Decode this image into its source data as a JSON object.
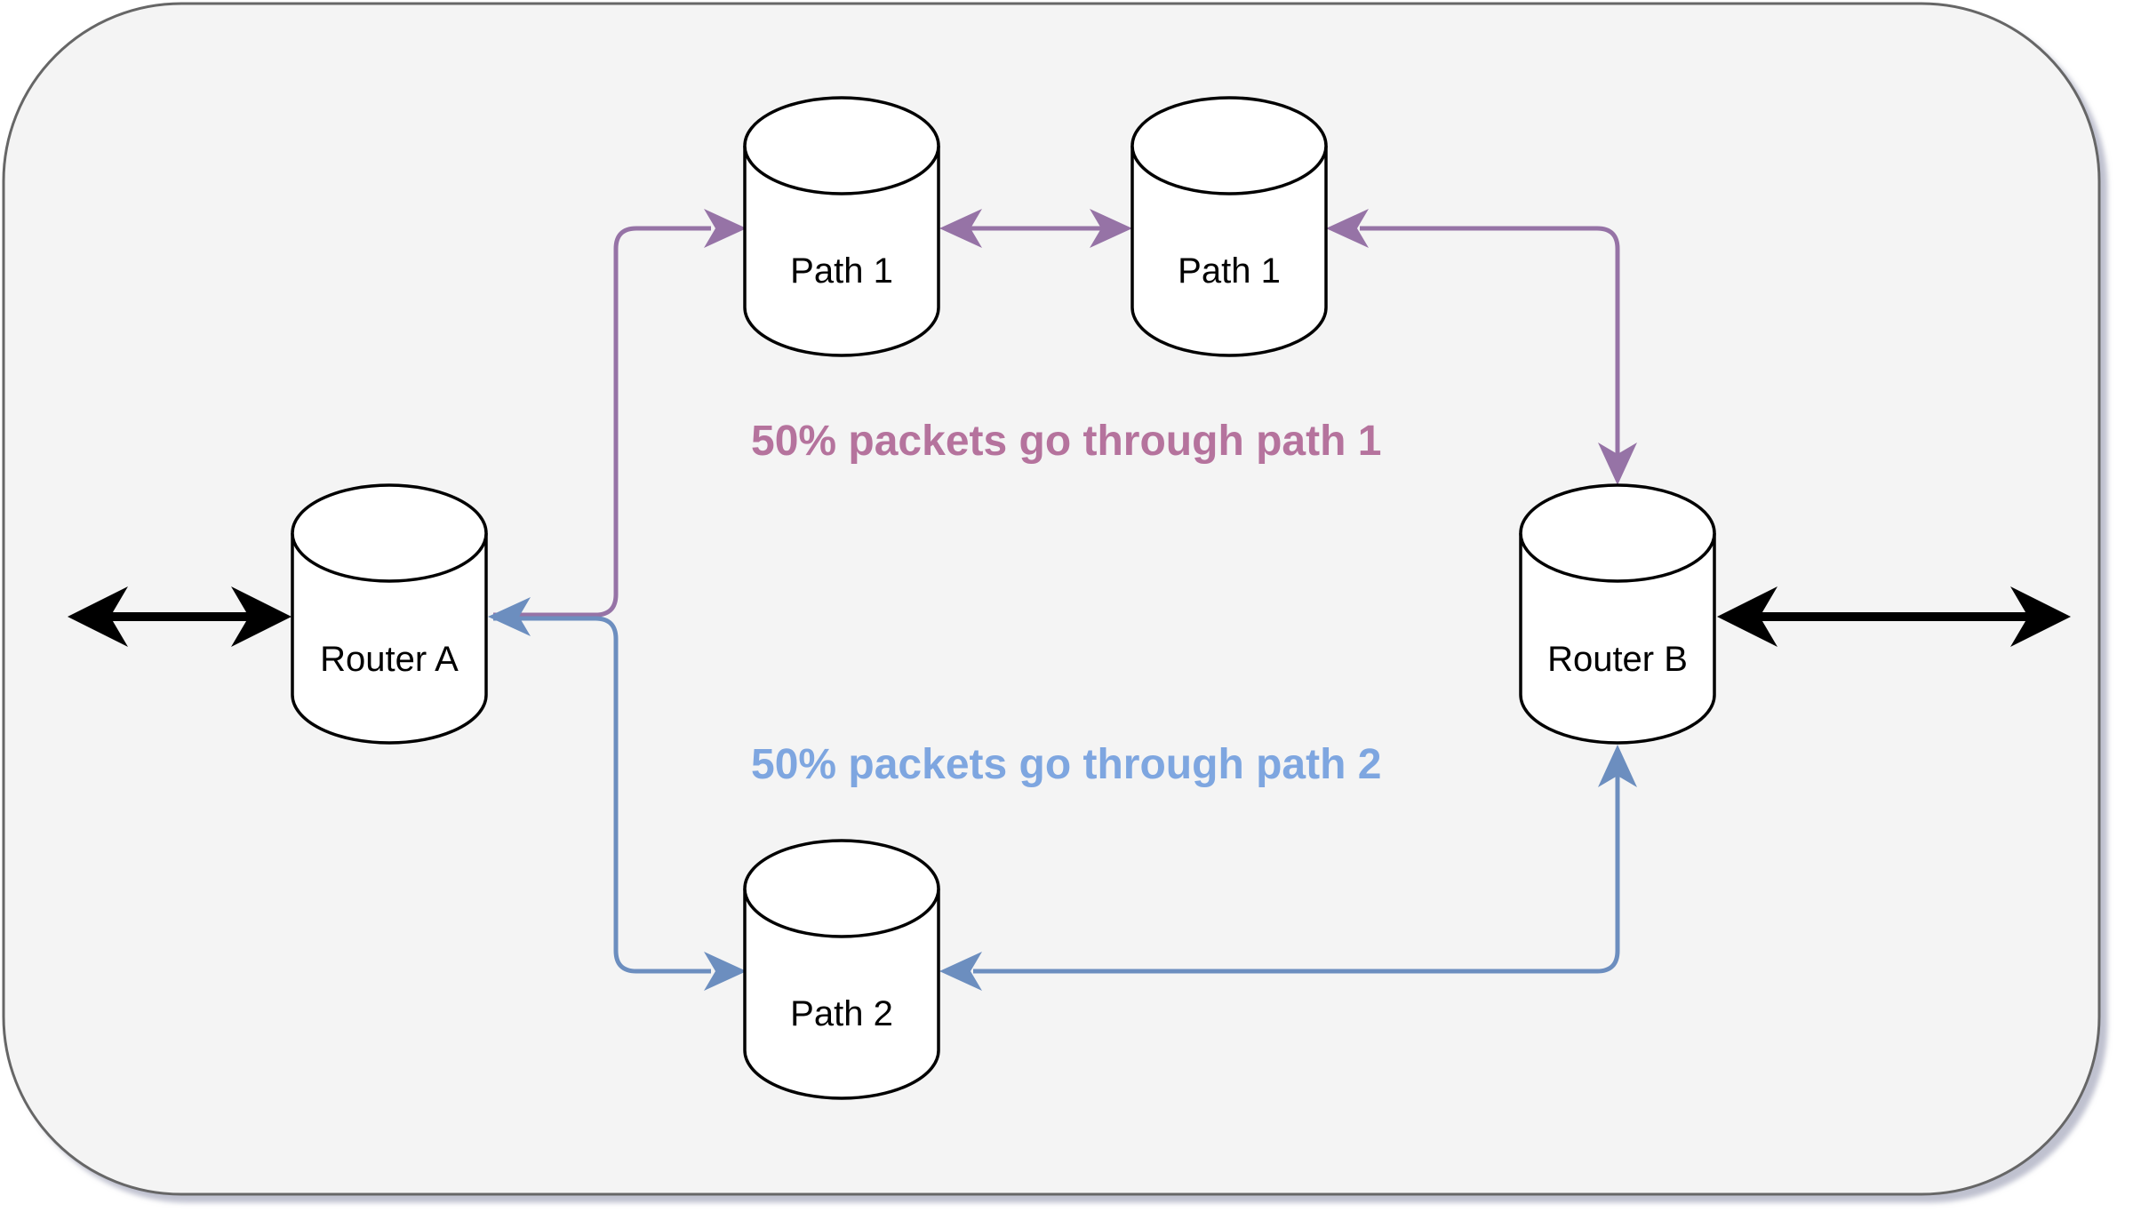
{
  "nodes": {
    "router_a": {
      "label": "Router A"
    },
    "router_b": {
      "label": "Router B"
    },
    "path1_left": {
      "label": "Path 1"
    },
    "path1_right": {
      "label": "Path 1"
    },
    "path2": {
      "label": "Path 2"
    }
  },
  "captions": {
    "path1": "50% packets go through path 1",
    "path2": "50% packets go through path 2"
  },
  "colors": {
    "background": "#f4f4f4",
    "border": "#666666",
    "node_fill": "#ffffff",
    "node_stroke": "#000000",
    "path1": "#9673a6",
    "path1_text": "#b5739d",
    "path2": "#6c8ebf",
    "path2_text": "#7ea6e0",
    "io_arrow": "#000000"
  },
  "edges": [
    {
      "from": "external-left",
      "to": "Router A",
      "type": "bidirectional",
      "color": "black"
    },
    {
      "from": "Router A",
      "to": "Path 1",
      "type": "bidirectional",
      "color": "purple"
    },
    {
      "from": "Path 1",
      "to": "Path 1",
      "type": "bidirectional",
      "color": "purple"
    },
    {
      "from": "Path 1",
      "to": "Router B",
      "type": "bidirectional",
      "color": "purple"
    },
    {
      "from": "Router A",
      "to": "Path 2",
      "type": "bidirectional",
      "color": "blue"
    },
    {
      "from": "Path 2",
      "to": "Router B",
      "type": "bidirectional",
      "color": "blue"
    },
    {
      "from": "Router B",
      "to": "external-right",
      "type": "bidirectional",
      "color": "black"
    }
  ]
}
